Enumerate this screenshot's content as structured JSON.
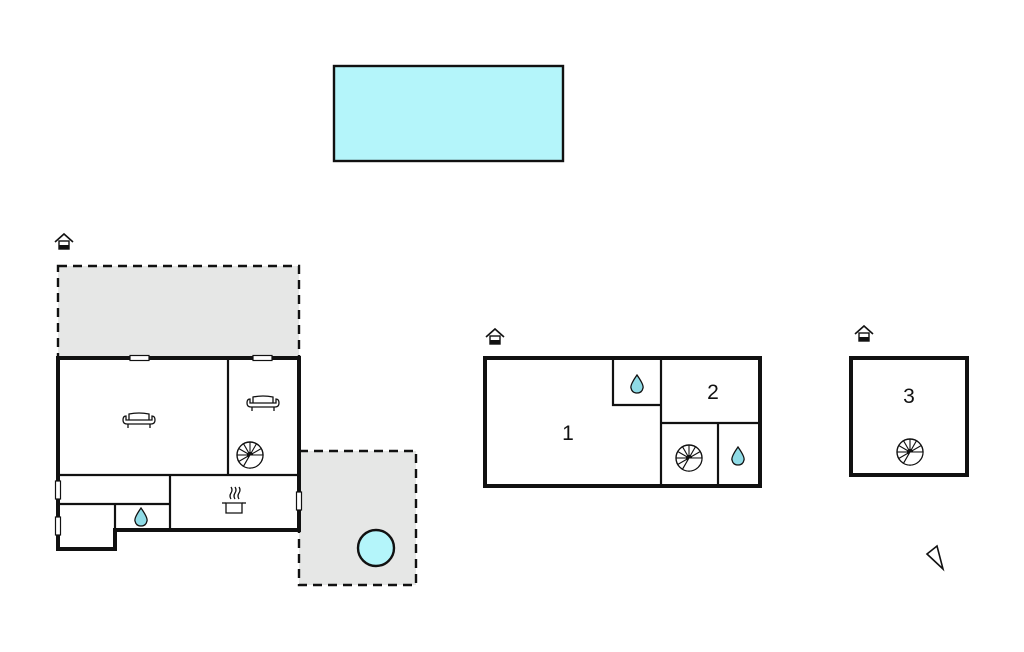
{
  "floors": [
    {
      "id": "ground",
      "rooms": []
    },
    {
      "id": "first",
      "rooms": [
        {
          "label": "1"
        },
        {
          "label": "2"
        }
      ]
    },
    {
      "id": "second",
      "rooms": [
        {
          "label": "3"
        }
      ]
    }
  ],
  "icons": {
    "floor_marker": "house-icon",
    "living": "sofa-icon",
    "stairs": "spiral-staircase-icon",
    "bath": "water-drop-icon",
    "kitchen": "cooking-pot-icon",
    "north": "north-arrow-icon"
  },
  "colors": {
    "pool": "#b4f5fa",
    "terrace": "#e6e7e6",
    "wall": "#111111"
  }
}
